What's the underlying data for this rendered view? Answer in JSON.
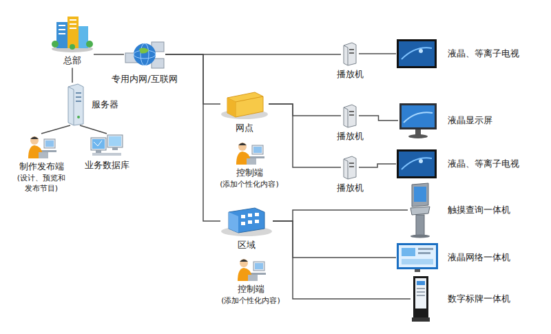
{
  "diagram": {
    "nodes": [
      {
        "text": [
          "总部"
        ]
      },
      {
        "text": [
          "专用内网/互联网"
        ]
      },
      {
        "text": [
          "服务器"
        ]
      },
      {
        "text": [
          "制作发布端",
          "(设计、预览和 发布节目)"
        ]
      },
      {
        "text": [
          "业务数据库"
        ]
      },
      {
        "text": [
          "播放机"
        ]
      },
      {
        "text": [
          "液晶、等离子电视"
        ]
      },
      {
        "text": [
          "网点"
        ]
      },
      {
        "text": [
          "控制端",
          "(添加个性化内容)"
        ]
      },
      {
        "text": [
          "播放机"
        ]
      },
      {
        "text": [
          "液晶显示屏"
        ]
      },
      {
        "text": [
          "播放机"
        ]
      },
      {
        "text": [
          "液晶、等离子电视"
        ]
      },
      {
        "text": [
          "区域"
        ]
      },
      {
        "text": [
          "控制端",
          "(添加个性化内容)"
        ]
      },
      {
        "text": [
          "触摸查询一体机"
        ]
      },
      {
        "text": [
          "液晶网络一体机"
        ]
      },
      {
        "text": [
          "数字标牌一体机"
        ]
      }
    ],
    "edges": [
      {
        "from": 0,
        "to": 1,
        "arrow": "none"
      },
      {
        "from": 0,
        "to": 2,
        "arrow": "none"
      },
      {
        "from": 2,
        "to": 3,
        "arrow": "none"
      },
      {
        "from": 2,
        "to": 4,
        "arrow": "none"
      },
      {
        "from": 1,
        "to": 5,
        "arrow": "none"
      },
      {
        "from": 1,
        "to": 7,
        "arrow": "none"
      },
      {
        "from": 1,
        "to": 13,
        "arrow": "none"
      },
      {
        "from": 5,
        "to": 6,
        "arrow": "none"
      },
      {
        "from": 7,
        "to": 9,
        "arrow": "none"
      },
      {
        "from": 9,
        "to": 10,
        "arrow": "none"
      },
      {
        "from": 7,
        "to": 11,
        "arrow": "none"
      },
      {
        "from": 11,
        "to": 12,
        "arrow": "none"
      },
      {
        "from": 13,
        "to": 15,
        "arrow": "none"
      },
      {
        "from": 13,
        "to": 16,
        "arrow": "none"
      },
      {
        "from": 13,
        "to": 17,
        "arrow": "none"
      }
    ]
  }
}
